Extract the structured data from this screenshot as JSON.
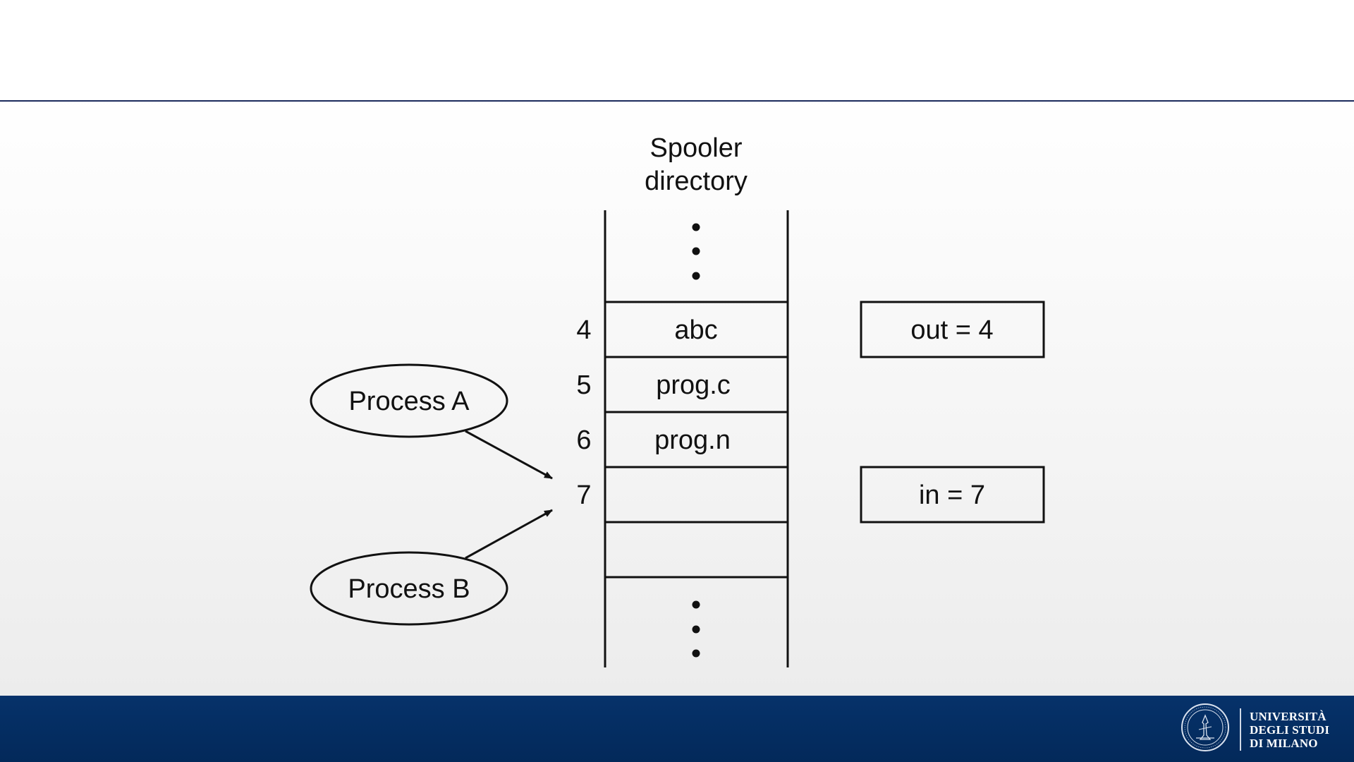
{
  "diagram": {
    "title_line1": "Spooler",
    "title_line2": "directory",
    "rows": [
      {
        "index": "4",
        "content": "abc"
      },
      {
        "index": "5",
        "content": "prog.c"
      },
      {
        "index": "6",
        "content": "prog.n"
      },
      {
        "index": "7",
        "content": ""
      }
    ],
    "processes": [
      "Process A",
      "Process B"
    ],
    "variables": {
      "out": "out = 4",
      "in": "in = 7"
    }
  },
  "footer": {
    "university_line1": "UNIVERSITÀ",
    "university_line2": "DEGLI STUDI",
    "university_line3": "DI MILANO",
    "seal_icon": "university-seal-icon",
    "colors": {
      "footer_bg": "#03295a",
      "rule": "#1b2a5c"
    }
  }
}
